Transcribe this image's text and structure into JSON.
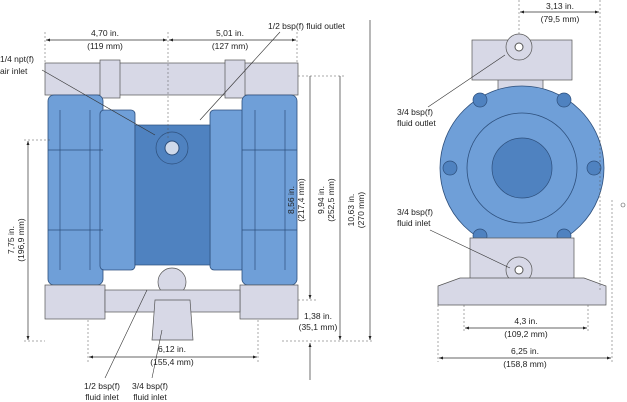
{
  "colors": {
    "body_blue": "#6f9fd8",
    "manifold_gray": "#d7d8e6"
  },
  "front_view": {
    "width_left": {
      "in": "4,70 in.",
      "mm": "(119 mm)"
    },
    "width_right": {
      "in": "5,01 in.",
      "mm": "(127 mm)"
    },
    "height_side": {
      "in": "7,75 in.",
      "mm": "(196,9 mm)"
    },
    "height_inlet": {
      "in": "8,56 in.",
      "mm": "(217,4 mm)"
    },
    "height_outlet": {
      "in": "9,94 in.",
      "mm": "(252,5 mm)"
    },
    "height_total": {
      "in": "10,63 in.",
      "mm": "(270 mm)"
    },
    "inlet_height": {
      "in": "1,38 in.",
      "mm": "(35,1 mm)"
    },
    "base_width": {
      "in": "6,12 in.",
      "mm": "(155,4 mm)"
    },
    "callouts": {
      "fluid_outlet": "1/2 bsp(f) fluid outlet",
      "air_inlet_1": "1/4 npt(f)",
      "air_inlet_2": "air inlet",
      "inlet_half_1": "1/2 bsp(f)",
      "inlet_half_2": "fluid inlet",
      "inlet_three_1": "3/4 bsp(f)",
      "inlet_three_2": "fluid inlet"
    }
  },
  "side_view": {
    "top_offset": {
      "in": "3,13 in.",
      "mm": "(79,5 mm)"
    },
    "mount_width": {
      "in": "4,3 in.",
      "mm": "(109,2 mm)"
    },
    "base_width": {
      "in": "6,25 in.",
      "mm": "(158,8 mm)"
    },
    "callouts": {
      "outlet_1": "3/4 bsp(f)",
      "outlet_2": "fluid outlet",
      "inlet_1": "3/4 bsp(f)",
      "inlet_2": "fluid inlet"
    }
  }
}
